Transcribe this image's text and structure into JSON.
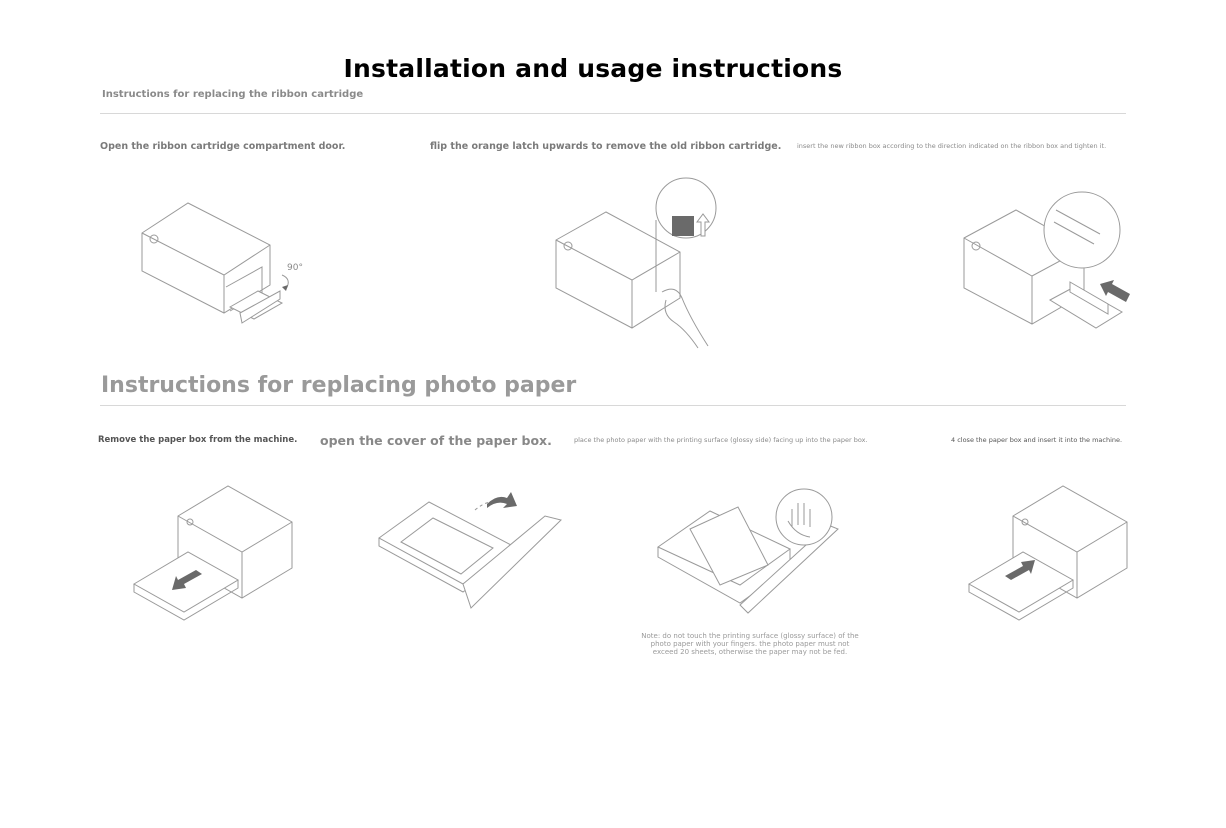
{
  "title": "Installation and usage instructions",
  "ribbon_section": {
    "heading": "Instructions for replacing the ribbon cartridge",
    "steps": [
      "Open the ribbon cartridge compartment door.",
      " flip the orange latch upwards to remove the old ribbon cartridge.",
      "insert the new ribbon box according to the direction indicated on the ribbon box and tighten it."
    ],
    "angle_label": "90°"
  },
  "paper_section": {
    "heading": "Instructions for replacing photo paper",
    "steps": [
      "Remove the paper box from the machine.",
      "open the cover of the paper box.",
      "place the photo paper with the printing surface (glossy side) facing up into the paper box.",
      "4 close the paper box and insert it into the machine."
    ],
    "note": "Note: do not touch the printing surface (glossy surface) of the photo paper with your fingers. the photo paper must not exceed 20 sheets, otherwise the paper may not be fed."
  },
  "icons": [
    "printer-illustration",
    "arrow-icon",
    "hand-icon",
    "latch-icon"
  ],
  "colors": {
    "title": "#000000",
    "muted_text": "#8a8a8a",
    "line_art": "#9a9a9a",
    "arrow": "#6a6a6a"
  }
}
